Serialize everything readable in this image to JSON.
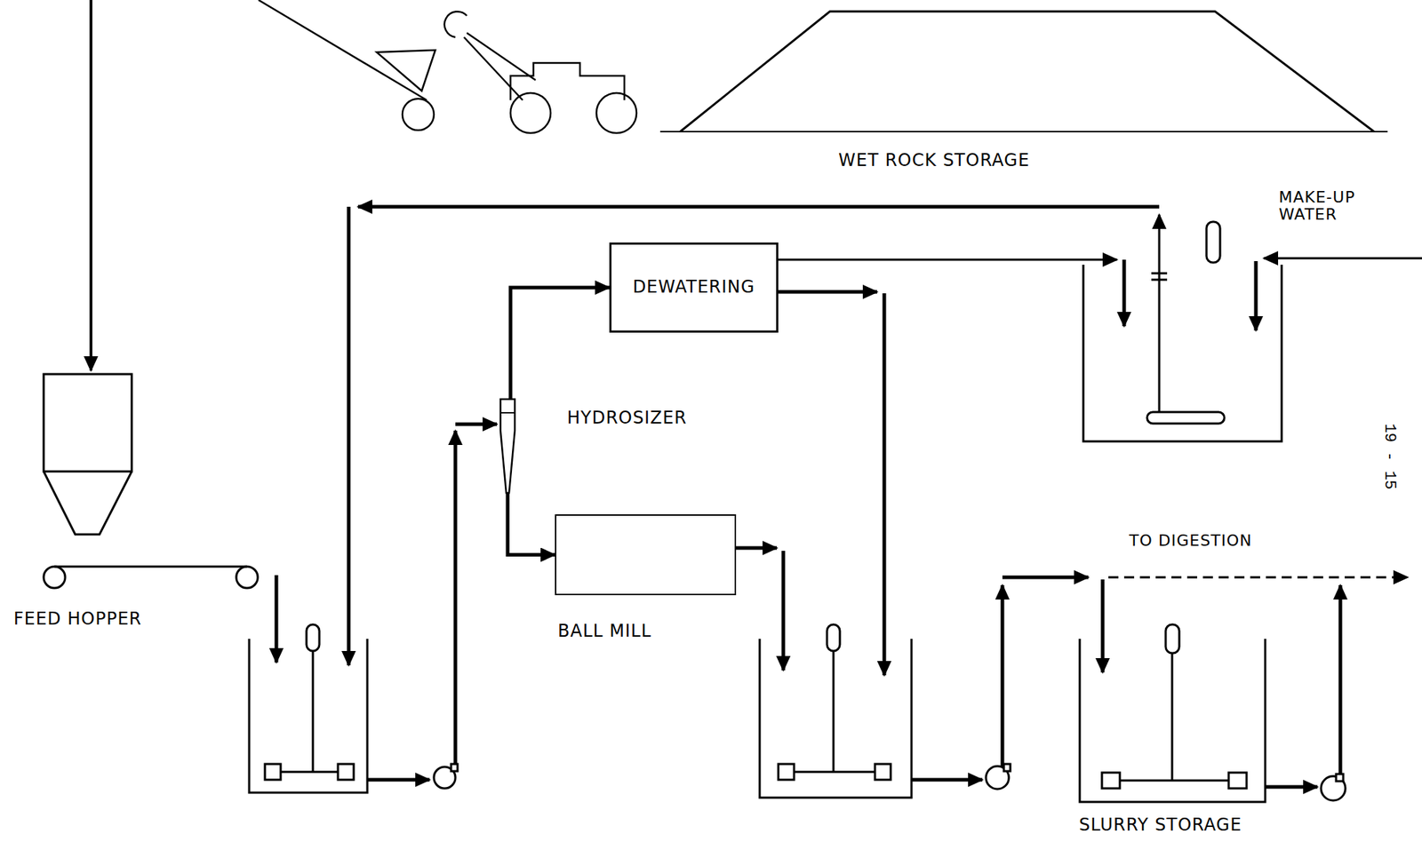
{
  "diagram": {
    "nodes": [
      {
        "text": [
          "WET ROCK STORAGE"
        ]
      },
      {
        "text": [
          "DEWATERING"
        ]
      },
      {
        "text": [
          "HYDROSIZER"
        ]
      },
      {
        "text": [
          "FEED HOPPER"
        ]
      },
      {
        "text": [
          "BALL MILL"
        ]
      },
      {
        "text": [
          "SLURRY STORAGE"
        ]
      }
    ],
    "edges": [
      {
        "from": 2,
        "to": 1,
        "arrow": "to"
      },
      {
        "from": 2,
        "to": 4,
        "arrow": "to"
      }
    ],
    "labels": [
      "MAKE-UP WATER",
      "TO DIGESTION",
      "19 - 15"
    ]
  }
}
